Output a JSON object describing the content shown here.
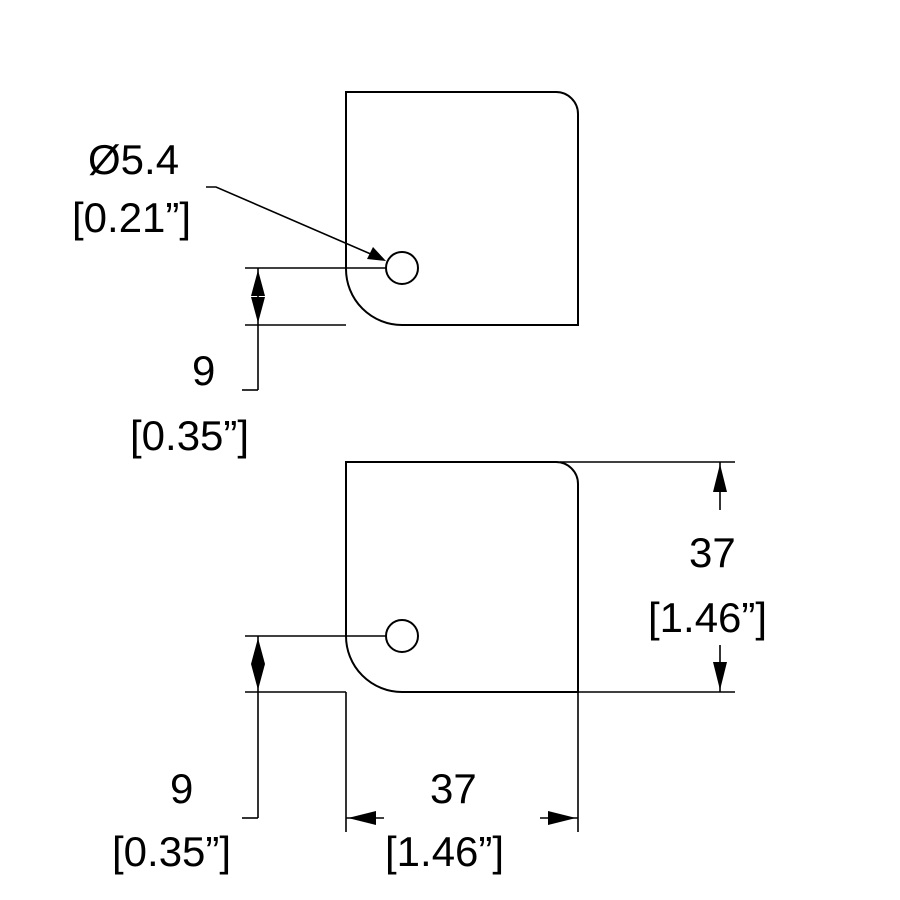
{
  "colors": {
    "line": "#000000",
    "background": "#ffffff"
  },
  "top_view": {
    "hole_diameter_mm": "Ø5.4",
    "hole_diameter_in": "[0.21”]",
    "hole_offset_mm": "9",
    "hole_offset_in": "[0.35”]"
  },
  "bottom_view": {
    "hole_offset_mm": "9",
    "hole_offset_in": "[0.35”]",
    "height_mm": "37",
    "height_in": "[1.46”]",
    "width_mm": "37",
    "width_in": "[1.46”]"
  }
}
